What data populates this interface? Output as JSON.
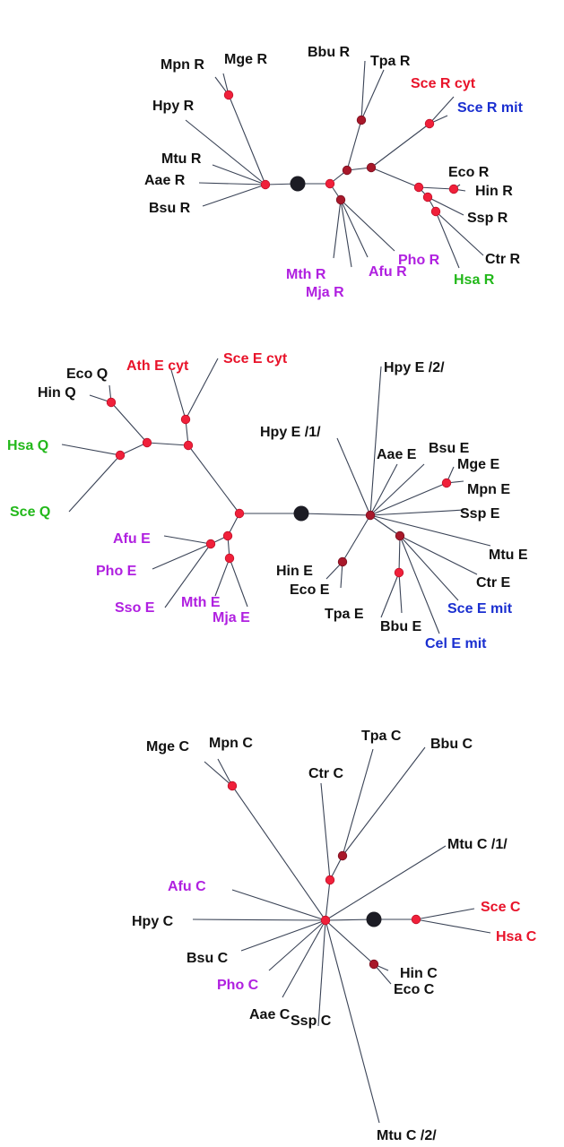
{
  "colors": {
    "black": "#111111",
    "red": "#e8132a",
    "blue": "#1a2fd0",
    "purple": "#b020e0",
    "green": "#22b81a",
    "node_red": "#f0203a",
    "node_dark_red": "#a8182a",
    "root": "#1c1c24",
    "edge": "#3a4356"
  },
  "trees": [
    {
      "id": "R",
      "labels": [
        {
          "text": "Mpn R",
          "color": "black"
        },
        {
          "text": "Mge R",
          "color": "black"
        },
        {
          "text": "Hpy R",
          "color": "black"
        },
        {
          "text": "Mtu R",
          "color": "black"
        },
        {
          "text": "Aae R",
          "color": "black"
        },
        {
          "text": "Bsu R",
          "color": "black"
        },
        {
          "text": "Bbu R",
          "color": "black"
        },
        {
          "text": "Tpa R",
          "color": "black"
        },
        {
          "text": "Sce R cyt",
          "color": "red"
        },
        {
          "text": "Sce R mit",
          "color": "blue"
        },
        {
          "text": "Eco R",
          "color": "black"
        },
        {
          "text": "Hin R",
          "color": "black"
        },
        {
          "text": "Ssp R",
          "color": "black"
        },
        {
          "text": "Ctr R",
          "color": "black"
        },
        {
          "text": "Hsa R",
          "color": "green"
        },
        {
          "text": "Pho R",
          "color": "purple"
        },
        {
          "text": "Afu R",
          "color": "purple"
        },
        {
          "text": "Mth R",
          "color": "purple"
        },
        {
          "text": "Mja R",
          "color": "purple"
        }
      ]
    },
    {
      "id": "E",
      "labels": [
        {
          "text": "Eco Q",
          "color": "black"
        },
        {
          "text": "Hin Q",
          "color": "black"
        },
        {
          "text": "Ath E cyt",
          "color": "red"
        },
        {
          "text": "Sce E cyt",
          "color": "red"
        },
        {
          "text": "Hsa Q",
          "color": "green"
        },
        {
          "text": "Sce Q",
          "color": "green"
        },
        {
          "text": "Afu E",
          "color": "purple"
        },
        {
          "text": "Pho E",
          "color": "purple"
        },
        {
          "text": "Sso E",
          "color": "purple"
        },
        {
          "text": "Mth E",
          "color": "purple"
        },
        {
          "text": "Mja E",
          "color": "purple"
        },
        {
          "text": "Hpy E /2/",
          "color": "black"
        },
        {
          "text": "Hpy E /1/",
          "color": "black"
        },
        {
          "text": "Aae E",
          "color": "black"
        },
        {
          "text": "Bsu E",
          "color": "black"
        },
        {
          "text": "Mge E",
          "color": "black"
        },
        {
          "text": "Mpn E",
          "color": "black"
        },
        {
          "text": "Ssp E",
          "color": "black"
        },
        {
          "text": "Mtu E",
          "color": "black"
        },
        {
          "text": "Ctr E",
          "color": "black"
        },
        {
          "text": "Sce E mit",
          "color": "blue"
        },
        {
          "text": "Cel E mit",
          "color": "blue"
        },
        {
          "text": "Bbu E",
          "color": "black"
        },
        {
          "text": "Tpa E",
          "color": "black"
        },
        {
          "text": "Hin E",
          "color": "black"
        },
        {
          "text": "Eco E",
          "color": "black"
        }
      ]
    },
    {
      "id": "C",
      "labels": [
        {
          "text": "Mge C",
          "color": "black"
        },
        {
          "text": "Mpn C",
          "color": "black"
        },
        {
          "text": "Tpa C",
          "color": "black"
        },
        {
          "text": "Bbu C",
          "color": "black"
        },
        {
          "text": "Ctr C",
          "color": "black"
        },
        {
          "text": "Mtu C /1/",
          "color": "black"
        },
        {
          "text": "Afu C",
          "color": "purple"
        },
        {
          "text": "Hpy C",
          "color": "black"
        },
        {
          "text": "Sce C",
          "color": "red"
        },
        {
          "text": "Hsa C",
          "color": "red"
        },
        {
          "text": "Bsu C",
          "color": "black"
        },
        {
          "text": "Pho C",
          "color": "purple"
        },
        {
          "text": "Hin C",
          "color": "black"
        },
        {
          "text": "Eco C",
          "color": "black"
        },
        {
          "text": "Aae C",
          "color": "black"
        },
        {
          "text": "Ssp C",
          "color": "black"
        },
        {
          "text": "Mtu C /2/",
          "color": "black"
        }
      ]
    }
  ]
}
